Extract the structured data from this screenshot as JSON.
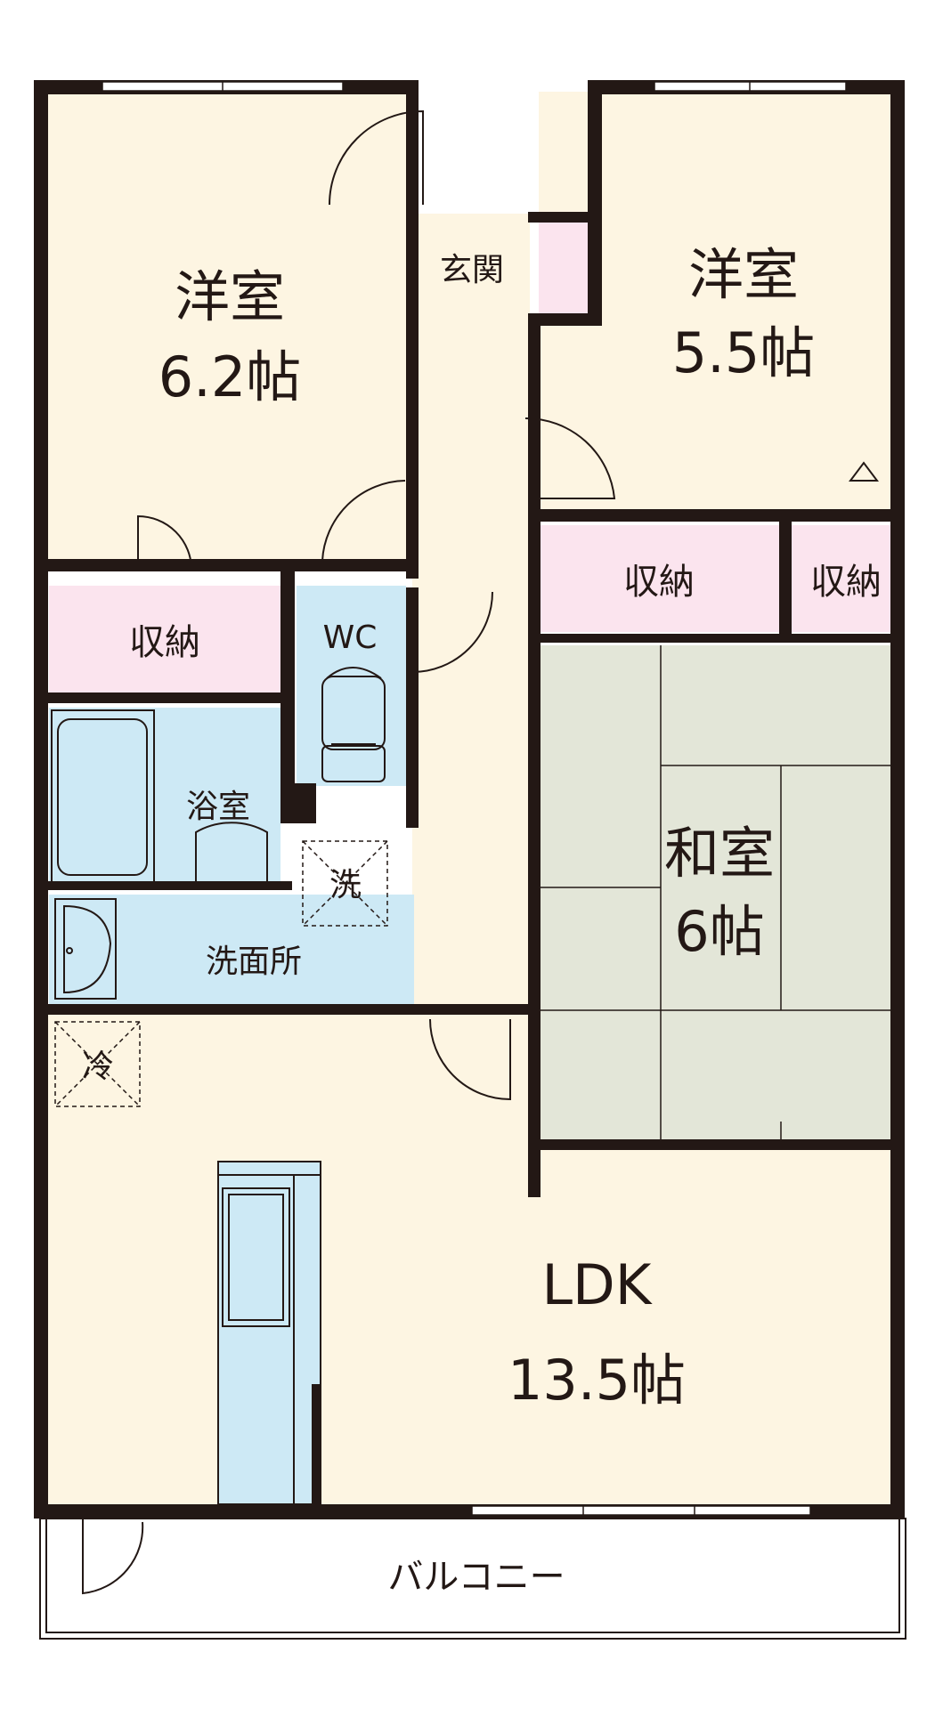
{
  "colors": {
    "wall": "#231815",
    "floor": "#fdf5e2",
    "storage": "#fbe4ee",
    "wet": "#cde9f5",
    "tatami": "#e3e6d8"
  },
  "rooms": {
    "western1": {
      "name": "洋室",
      "size": "6.2帖"
    },
    "western2": {
      "name": "洋室",
      "size": "5.5帖"
    },
    "washitsu": {
      "name": "和室",
      "size": "6帖"
    },
    "ldk": {
      "name": "LDK",
      "size": "13.5帖"
    },
    "entrance": {
      "name": "玄関"
    },
    "storage_left": {
      "name": "収納"
    },
    "storage_mid": {
      "name": "収納"
    },
    "storage_right": {
      "name": "収納"
    },
    "wc": {
      "name": "WC"
    },
    "bath": {
      "name": "浴室"
    },
    "washroom": {
      "name": "洗面所"
    },
    "washer": {
      "name": "洗"
    },
    "fridge": {
      "name": "冷"
    },
    "balcony": {
      "name": "バルコニー"
    }
  }
}
